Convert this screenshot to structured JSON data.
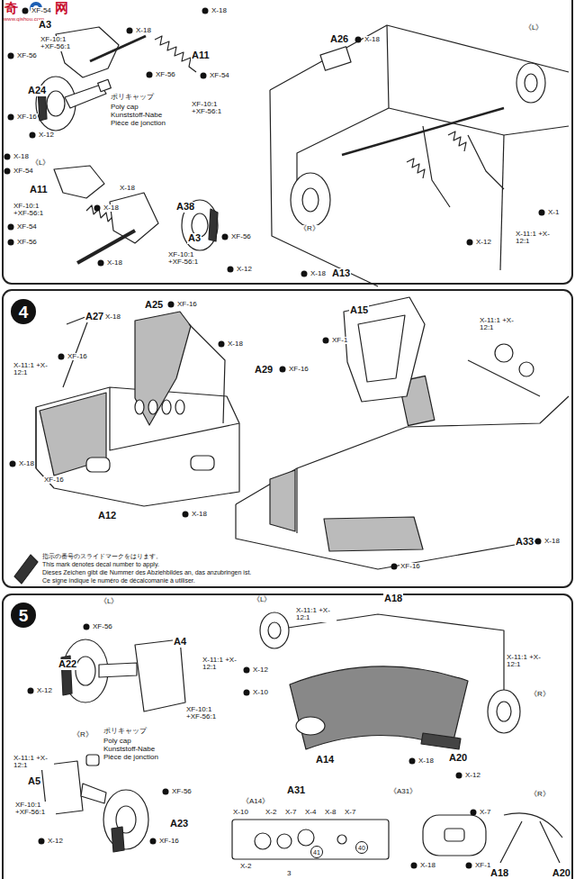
{
  "diagram": {
    "nodes": [
      {
        "text": [
          "4"
        ]
      },
      {
        "text": [
          "5"
        ]
      },
      {
        "text": [
          "41"
        ]
      },
      {
        "text": [
          "40"
        ]
      }
    ],
    "labels": [
      "奇",
      "网",
      "www.qishou.com",
      "XF-54",
      "X-18",
      "A3",
      "XF-10:1 +XF-56:1",
      "XF-56",
      "X-18",
      "A11",
      "XF-56",
      "XF-54",
      "A24",
      "XF-16",
      "X-12",
      "ポリキャップ",
      "Poly cap",
      "Kunststoff-Nabe",
      "Pièce de jonction",
      "XF-10:1 +XF-56:1",
      "《L》",
      "X-18",
      "XF-54",
      "A11",
      "X-18",
      "A38",
      "XF-10:1 +XF-56:1",
      "X-18",
      "XF-54",
      "XF-56",
      "A3",
      "XF-56",
      "XF-10:1 +XF-56:1",
      "X-18",
      "X-12",
      "A26",
      "X-18",
      "《L》",
      "X-1",
      "X-11:1 +X-12:1",
      "X-12",
      "《R》",
      "X-18",
      "A13",
      "A27",
      "X-18",
      "A25",
      "XF-16",
      "XF-16",
      "X-11:1 +X-12:1",
      "X-18",
      "A29",
      "XF-16",
      "X-18",
      "XF-16",
      "A12",
      "X-18",
      "A15",
      "XF-1",
      "X-11:1 +X-12:1",
      "A33",
      "X-18",
      "XF-16",
      "指示の番号のスライドマークをはります。",
      "This mark denotes decal number to apply.",
      "Dieses Zeichen gibt die Nummer des Abziehbildes an, das anzubringen ist.",
      "Ce signe indique le numéro de décalcomanie à utiliser.",
      "《L》",
      "XF-56",
      "A22",
      "A4",
      "X-11:1 +X-12:1",
      "X-12",
      "XF-10:1 +XF-56:1",
      "ポリキャップ",
      "Poly cap",
      "Kunststoff-Nabe",
      "Pièce de jonction",
      "《R》",
      "X-11:1 +X-12:1",
      "A5",
      "XF-56",
      "XF-10:1 +XF-56:1",
      "A23",
      "X-12",
      "XF-16",
      "《L》",
      "X-11:1 +X-12:1",
      "A18",
      "X-11:1 +X-12:1",
      "X-12",
      "X-10",
      "《R》",
      "A20",
      "A14",
      "X-18",
      "X-12",
      "《A14》",
      "X-10",
      "X-2",
      "X-7",
      "X-4",
      "X-8",
      "X-7",
      "X-2",
      "A31",
      "《A31》",
      "X-7",
      "X-18",
      "XF-1",
      "《R》",
      "A18",
      "A20",
      "3"
    ]
  }
}
